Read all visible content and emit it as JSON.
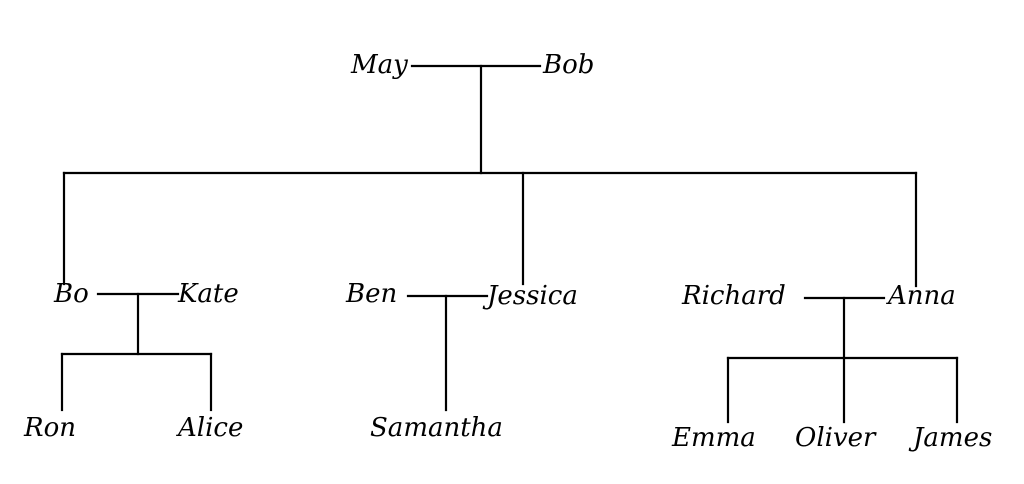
{
  "diagram": {
    "type": "family-tree",
    "people": {
      "may": "May",
      "bob": "Bob",
      "bo": "Bo",
      "kate": "Kate",
      "ben": "Ben",
      "jessica": "Jessica",
      "richard": "Richard",
      "anna": "Anna",
      "ron": "Ron",
      "alice": "Alice",
      "samantha": "Samantha",
      "emma": "Emma",
      "oliver": "Oliver",
      "james": "James"
    },
    "couples": [
      [
        "may",
        "bob"
      ],
      [
        "bo",
        "kate"
      ],
      [
        "ben",
        "jessica"
      ],
      [
        "richard",
        "anna"
      ]
    ],
    "families": [
      {
        "parents": [
          "may",
          "bob"
        ],
        "children": [
          "bo",
          "jessica",
          "anna"
        ]
      },
      {
        "parents": [
          "bo",
          "kate"
        ],
        "children": [
          "ron",
          "alice"
        ]
      },
      {
        "parents": [
          "ben",
          "jessica"
        ],
        "children": [
          "samantha"
        ]
      },
      {
        "parents": [
          "richard",
          "anna"
        ],
        "children": [
          "emma",
          "oliver",
          "james"
        ]
      }
    ]
  }
}
